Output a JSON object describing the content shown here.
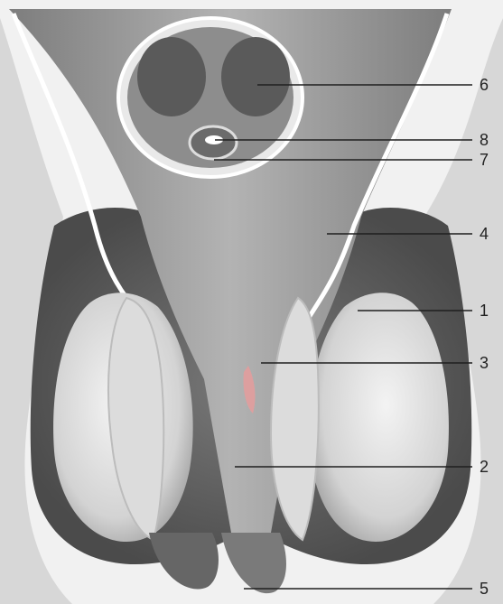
{
  "colors": {
    "background": "#f1f1f1",
    "tissue_dark": "#5f5f5f",
    "tissue_mid": "#8f8f8f",
    "tissue_light": "#c9c9c9",
    "tissue_pale": "#ececec",
    "outline_white": "#ffffff",
    "leader_line": "#1f1f1f",
    "accent_pink": "#e89b9b"
  },
  "labels": [
    {
      "id": "label-6",
      "text": "6"
    },
    {
      "id": "label-8",
      "text": "8"
    },
    {
      "id": "label-7",
      "text": "7"
    },
    {
      "id": "label-4",
      "text": "4"
    },
    {
      "id": "label-1",
      "text": "1"
    },
    {
      "id": "label-3",
      "text": "3"
    },
    {
      "id": "label-2",
      "text": "2"
    },
    {
      "id": "label-5",
      "text": "5"
    }
  ]
}
